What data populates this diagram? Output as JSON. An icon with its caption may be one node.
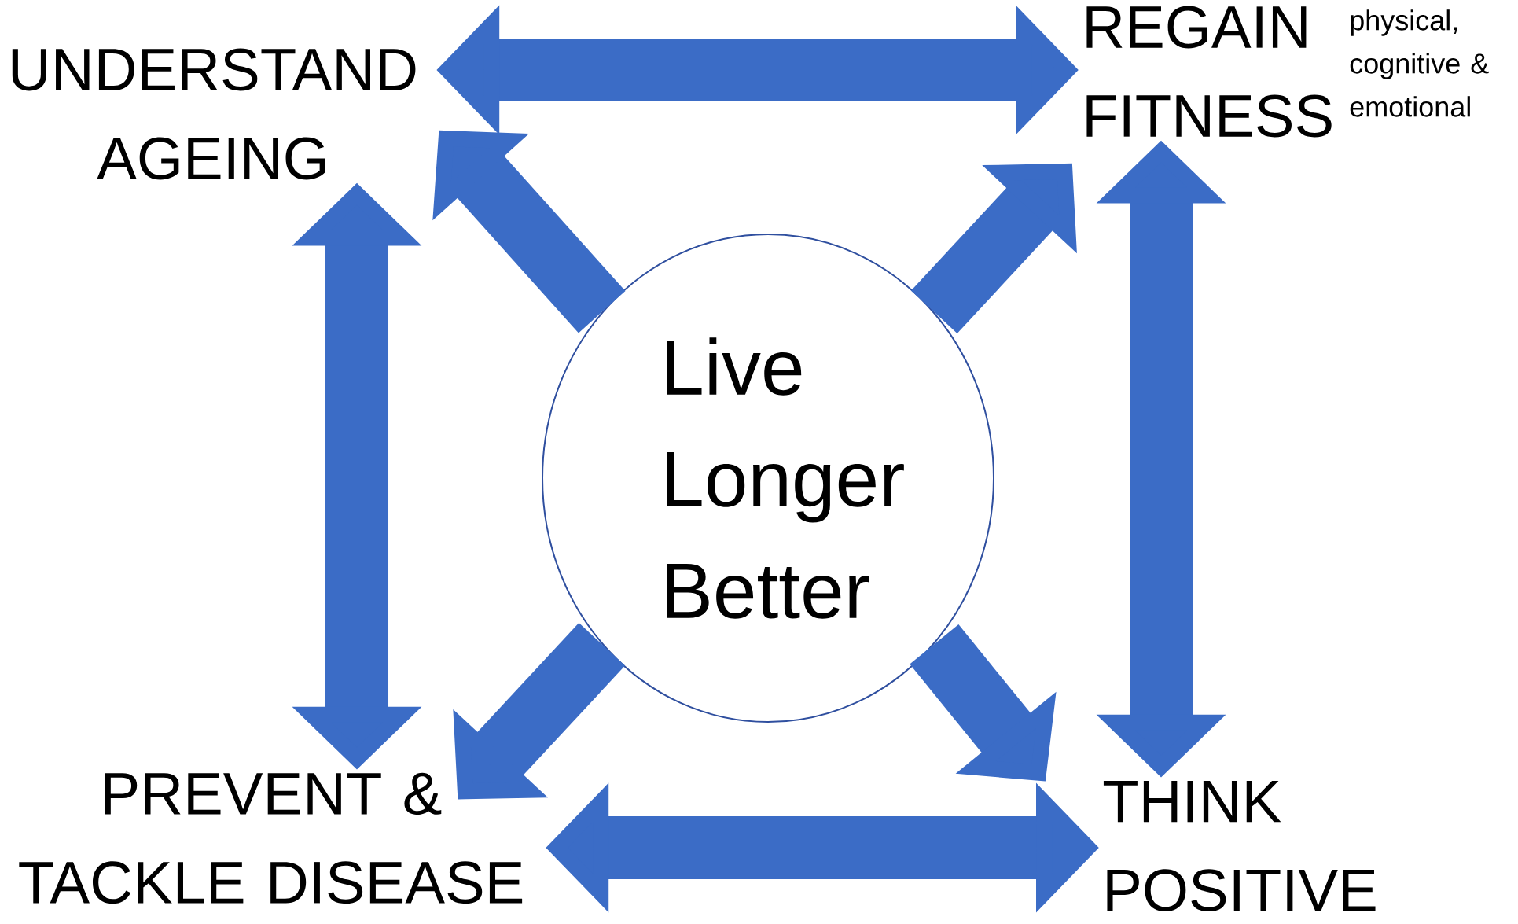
{
  "diagram": {
    "nodes": [
      {
        "text": [
          "Live Longer Better"
        ]
      },
      {
        "text": [
          "UNDERSTAND AGEING"
        ]
      },
      {
        "text": [
          "REGAIN FITNESS"
        ],
        "beside": [
          "physical, cognitive & emotional"
        ]
      },
      {
        "text": [
          "PREVENT & TACKLE DISEASE"
        ]
      },
      {
        "text": [
          "THINK POSITIVE"
        ]
      }
    ],
    "edges": [
      {
        "from": 1,
        "to": 2,
        "arrow": "both"
      },
      {
        "from": 1,
        "to": 3,
        "arrow": "both"
      },
      {
        "from": 2,
        "to": 4,
        "arrow": "both"
      },
      {
        "from": 3,
        "to": 4,
        "arrow": "both"
      },
      {
        "from": 0,
        "to": 1,
        "arrow": "to"
      },
      {
        "from": 0,
        "to": 2,
        "arrow": "to"
      },
      {
        "from": 0,
        "to": 3,
        "arrow": "to"
      },
      {
        "from": 0,
        "to": 4,
        "arrow": "to"
      }
    ]
  }
}
